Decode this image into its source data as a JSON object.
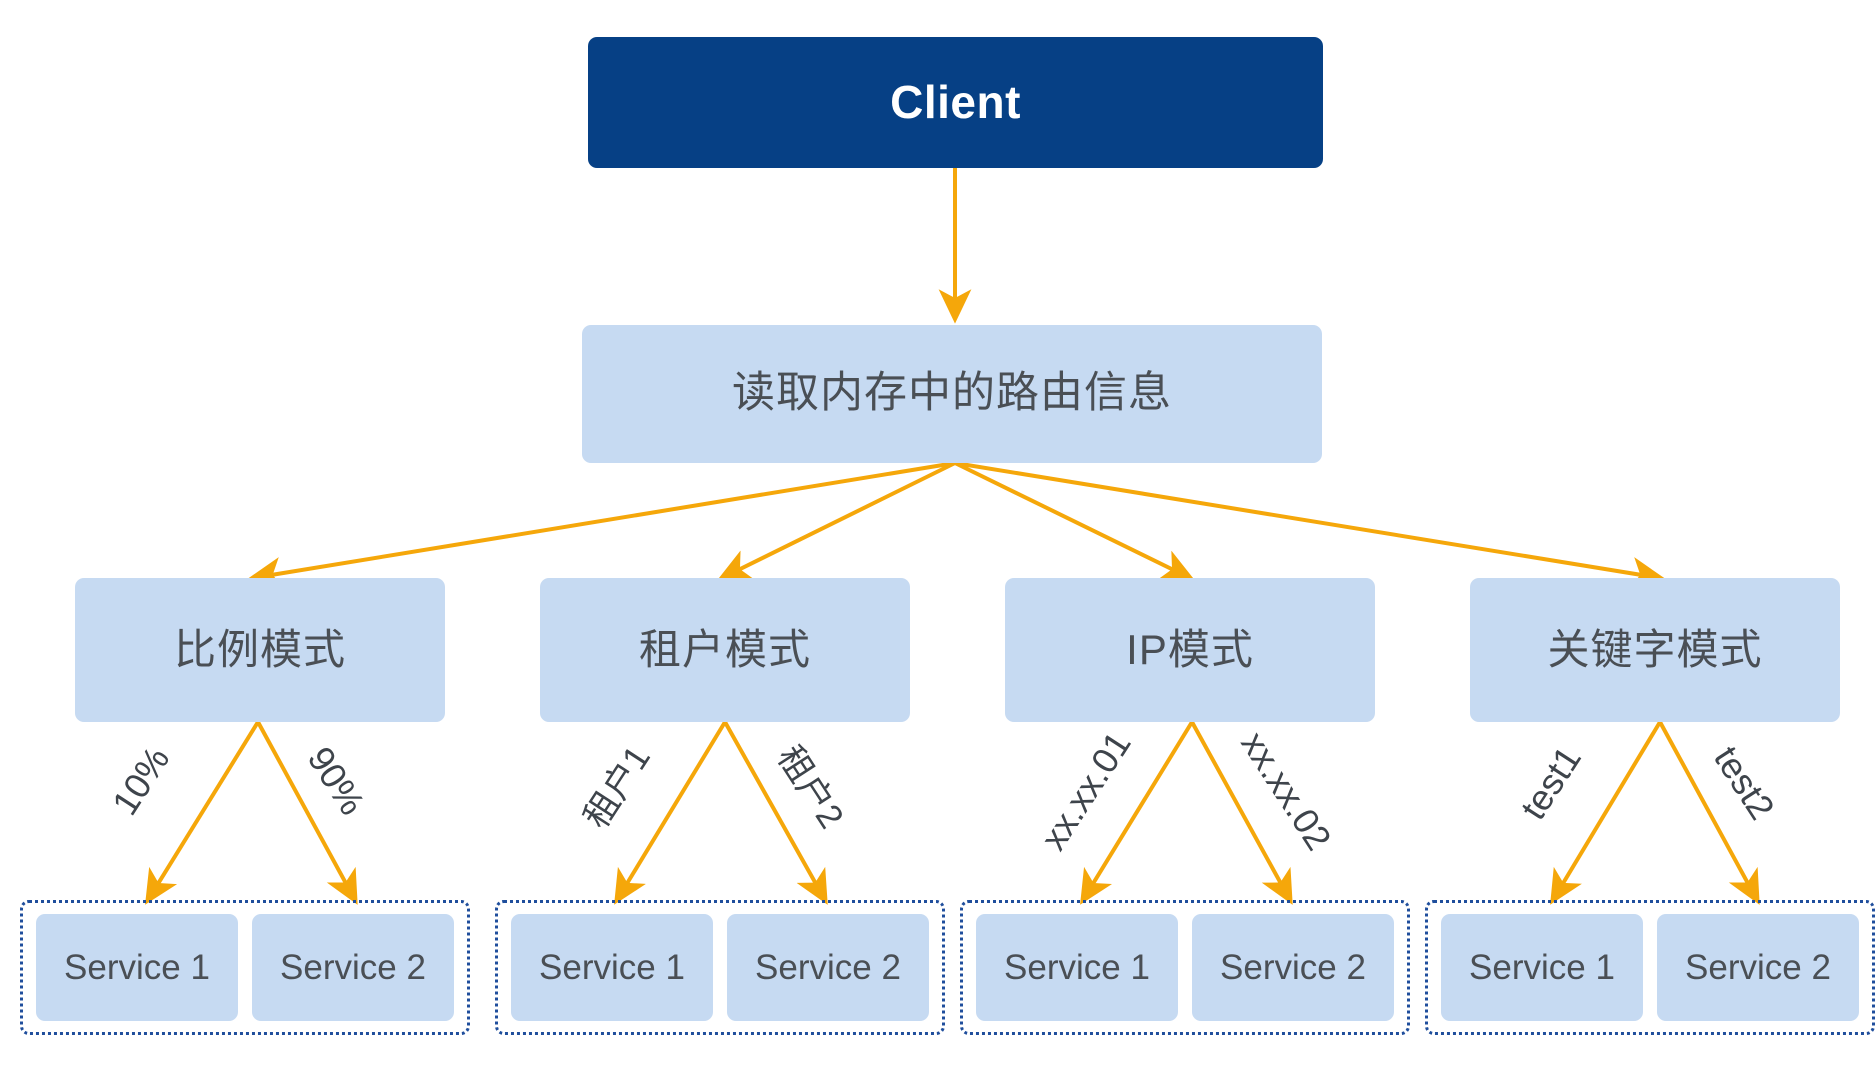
{
  "diagram": {
    "title_node": {
      "label": "Client"
    },
    "router_node": {
      "label": "读取内存中的路由信息"
    },
    "modes": [
      {
        "label": "比例模式"
      },
      {
        "label": "租户模式"
      },
      {
        "label": "IP模式"
      },
      {
        "label": "关键字模式"
      }
    ],
    "service_groups": [
      {
        "services": [
          {
            "label": "Service 1"
          },
          {
            "label": "Service 2"
          }
        ]
      },
      {
        "services": [
          {
            "label": "Service 1"
          },
          {
            "label": "Service 2"
          }
        ]
      },
      {
        "services": [
          {
            "label": "Service 1"
          },
          {
            "label": "Service 2"
          }
        ]
      },
      {
        "services": [
          {
            "label": "Service 1"
          },
          {
            "label": "Service 2"
          }
        ]
      }
    ],
    "edge_labels": {
      "ratio_left": "10%",
      "ratio_right": "90%",
      "tenant_left": "租户1",
      "tenant_right": "租户2",
      "ip_left": "xx.xx.01",
      "ip_right": "xx.xx.02",
      "keyword_left": "test1",
      "keyword_right": "test2"
    },
    "colors": {
      "client_fill": "#064085",
      "client_text": "#ffffff",
      "box_fill": "#c6daf2",
      "box_text": "#4a4f55",
      "arrow": "#f5a70a",
      "group_border": "#1f4e9c",
      "background": "#ffffff"
    }
  }
}
